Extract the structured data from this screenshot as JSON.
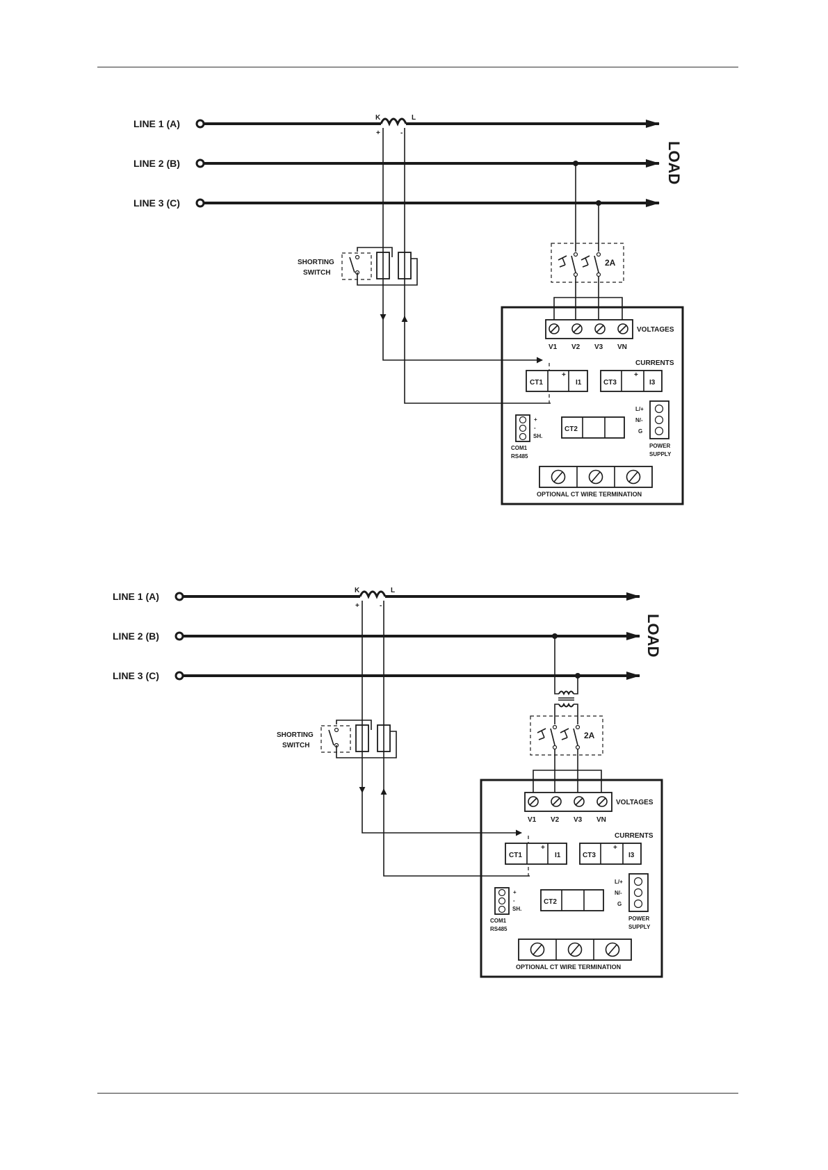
{
  "diagrams": [
    {
      "lines": [
        "LINE 1 (A)",
        "LINE 2 (B)",
        "LINE 3 (C)"
      ],
      "load": "LOAD",
      "ct_k": "K",
      "ct_l": "L",
      "ct_plus": "+",
      "ct_minus": "-",
      "shorting_1": "SHORTING",
      "shorting_2": "SWITCH",
      "fuse": "2A",
      "voltages": "VOLTAGES",
      "v_labels": [
        "V1",
        "V2",
        "V3",
        "VN"
      ],
      "currents": "CURRENTS",
      "ct1": "CT1",
      "i1": "I1",
      "ct3": "CT3",
      "i3": "I3",
      "ct2": "CT2",
      "plus": "+",
      "com_pins": [
        "+",
        "-",
        "SH."
      ],
      "com1": "COM1",
      "rs485": "RS485",
      "ps_pins": [
        "L/+",
        "N/-",
        "G"
      ],
      "power": "POWER",
      "supply": "SUPPLY",
      "optional": "OPTIONAL CT WIRE TERMINATION",
      "vt": false
    },
    {
      "lines": [
        "LINE 1 (A)",
        "LINE 2 (B)",
        "LINE 3 (C)"
      ],
      "load": "LOAD",
      "ct_k": "K",
      "ct_l": "L",
      "ct_plus": "+",
      "ct_minus": "-",
      "shorting_1": "SHORTING",
      "shorting_2": "SWITCH",
      "fuse": "2A",
      "voltages": "VOLTAGES",
      "v_labels": [
        "V1",
        "V2",
        "V3",
        "VN"
      ],
      "currents": "CURRENTS",
      "ct1": "CT1",
      "i1": "I1",
      "ct3": "CT3",
      "i3": "I3",
      "ct2": "CT2",
      "plus": "+",
      "com_pins": [
        "+",
        "-",
        "SH."
      ],
      "com1": "COM1",
      "rs485": "RS485",
      "ps_pins": [
        "L/+",
        "N/-",
        "G"
      ],
      "power": "POWER",
      "supply": "SUPPLY",
      "optional": "OPTIONAL CT WIRE TERMINATION",
      "vt": true
    }
  ]
}
